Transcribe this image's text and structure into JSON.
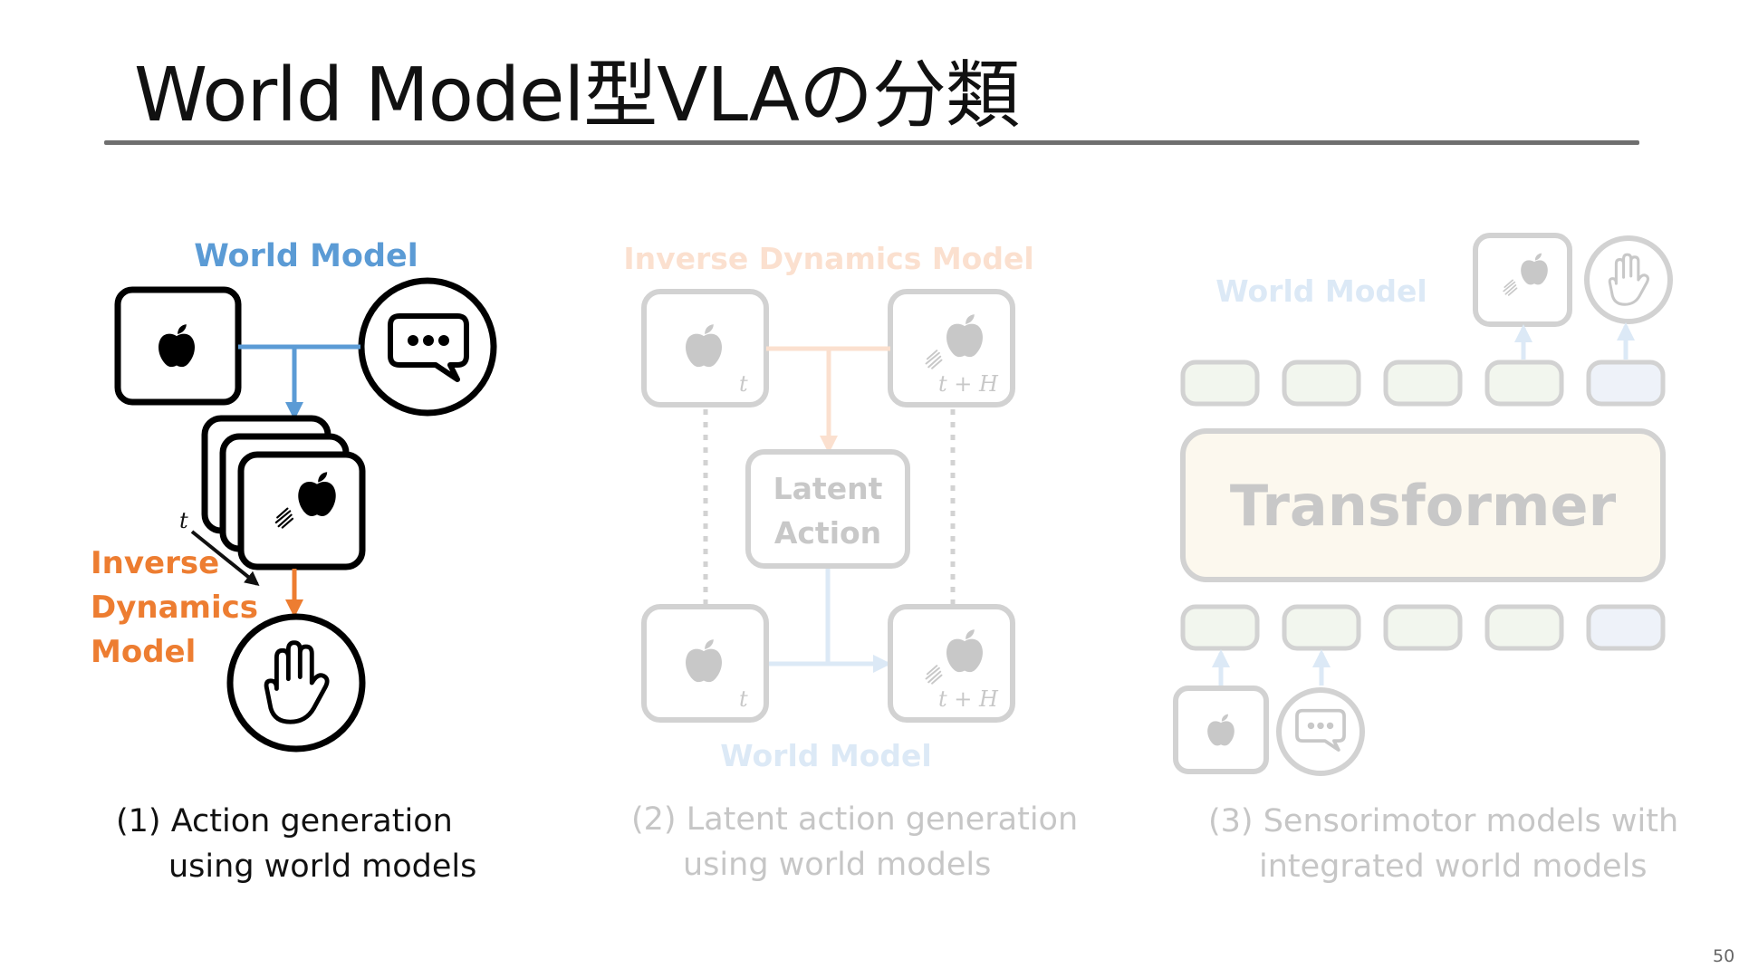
{
  "slide": {
    "title": "World Model型VLAの分類",
    "page_number": "50"
  },
  "panel1": {
    "world_model_label": "World Model",
    "time_label": "t",
    "idm_line1": "Inverse",
    "idm_line2": "Dynamics",
    "idm_line3": "Model",
    "caption_line1": "(1) Action generation",
    "caption_line2": "using world models"
  },
  "panel2": {
    "idm_label": "Inverse Dynamics Model",
    "time_t": "t",
    "time_tH": "t + H",
    "latent_line1": "Latent",
    "latent_line2": "Action",
    "world_model_label": "World Model",
    "caption_line1": "(2) Latent action generation",
    "caption_line2": "using world models"
  },
  "panel3": {
    "world_model_label": "World Model",
    "transformer_label": "Transformer",
    "caption_line1": "(3) Sensorimotor models with",
    "caption_line2": "integrated world models"
  },
  "colors": {
    "world_model_blue": "#5b9bd5",
    "inverse_dynamics_orange": "#ed7d31",
    "faded_gray": "#c8c8c8"
  },
  "icons": [
    "apple-icon",
    "speech-bubble-icon",
    "hand-icon",
    "motion-lines-icon"
  ]
}
